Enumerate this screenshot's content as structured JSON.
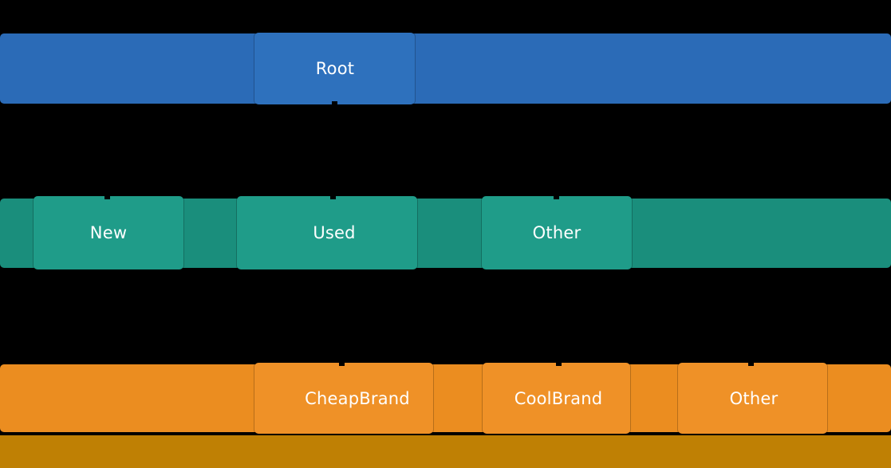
{
  "chart": {
    "type": "hierarchy-tree",
    "background_color": "#000000",
    "label_text_color": "#ffffff",
    "levels": [
      {
        "band_color": "#2b6bb7",
        "node_color": "#2e71bd",
        "nodes": [
          {
            "label": "Root"
          }
        ]
      },
      {
        "band_color": "#1a8e7c",
        "node_color": "#1f9c89",
        "nodes": [
          {
            "label": "New"
          },
          {
            "label": "Used"
          },
          {
            "label": "Other"
          }
        ]
      },
      {
        "band_color": "#eb8d20",
        "node_color": "#ef9127",
        "nodes": [
          {
            "label": "CheapBrand"
          },
          {
            "label": "CoolBrand"
          },
          {
            "label": "Other"
          }
        ]
      },
      {
        "band_color": "#bf8004",
        "partial": true,
        "nodes": []
      }
    ]
  }
}
